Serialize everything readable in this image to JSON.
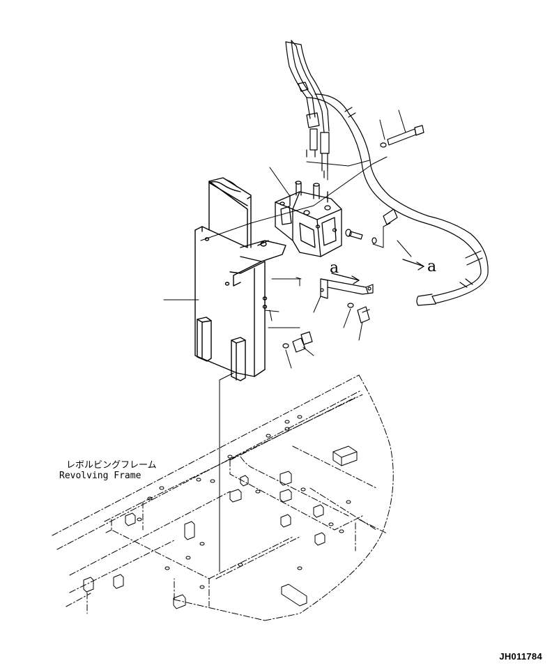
{
  "labels": {
    "frame_jp": "レボルビングフレーム",
    "frame_en": "Revolving Frame",
    "ref_arrow_1": "a",
    "ref_arrow_2": "a"
  },
  "drawing_number": "JH011784",
  "colors": {
    "ink": "#000000",
    "paper": "#ffffff"
  }
}
